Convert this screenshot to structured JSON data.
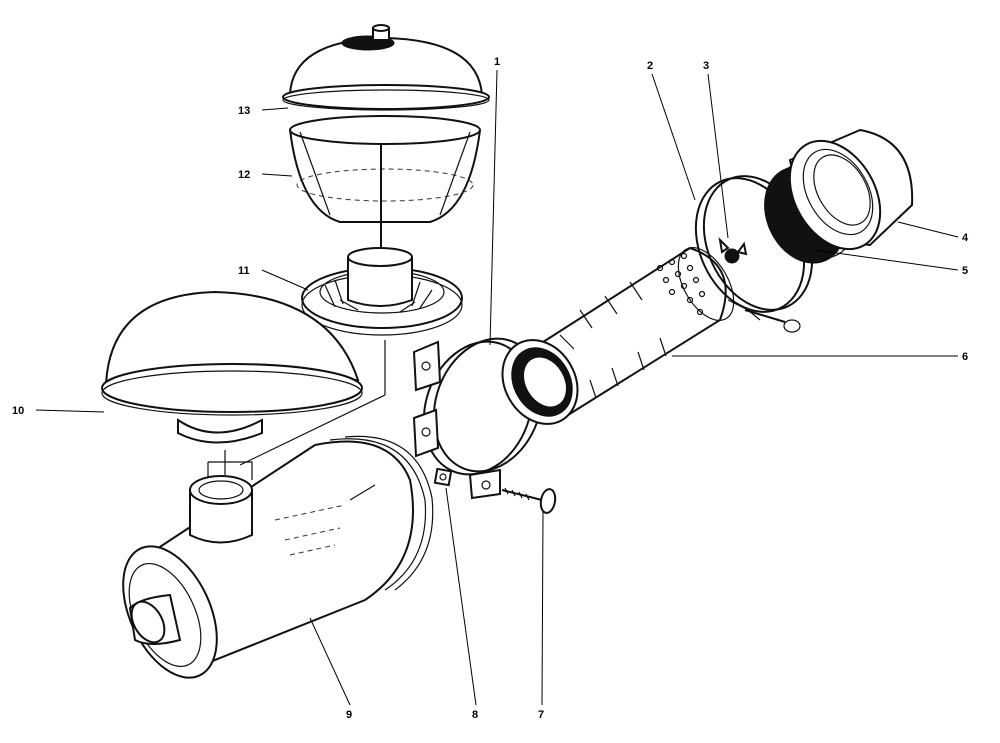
{
  "parts": [
    {
      "id": "1",
      "label": "1",
      "part": "mounting-band"
    },
    {
      "id": "2",
      "label": "2",
      "part": "clamp-ring"
    },
    {
      "id": "3",
      "label": "3",
      "part": "wing-nut"
    },
    {
      "id": "4",
      "label": "4",
      "part": "end-cap"
    },
    {
      "id": "5",
      "label": "5",
      "part": "gasket-element"
    },
    {
      "id": "6",
      "label": "6",
      "part": "filter-element"
    },
    {
      "id": "7",
      "label": "7",
      "part": "carriage-bolt"
    },
    {
      "id": "8",
      "label": "8",
      "part": "square-nut"
    },
    {
      "id": "9",
      "label": "9",
      "part": "air-cleaner-body"
    },
    {
      "id": "10",
      "label": "10",
      "part": "rain-cap"
    },
    {
      "id": "11",
      "label": "11",
      "part": "precleaner-base"
    },
    {
      "id": "12",
      "label": "12",
      "part": "dust-bowl"
    },
    {
      "id": "13",
      "label": "13",
      "part": "precleaner-cover"
    }
  ]
}
